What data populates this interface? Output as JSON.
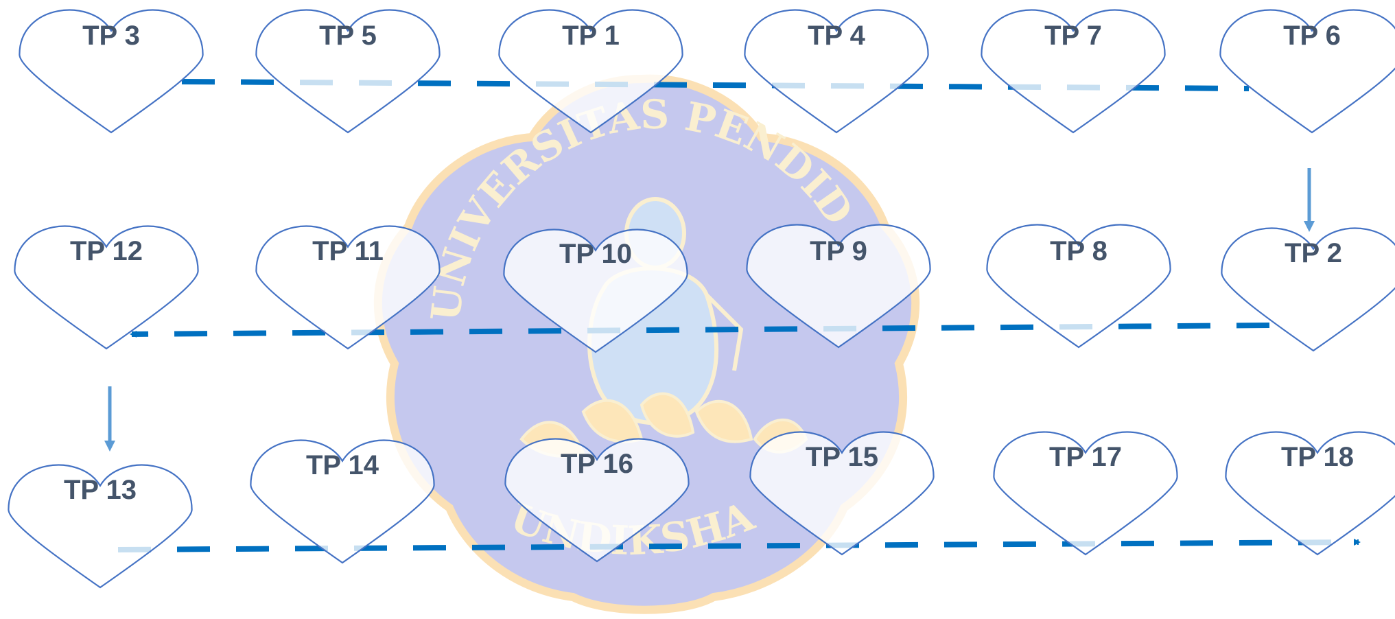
{
  "colors": {
    "heart_stroke": "#4472c4",
    "label": "#44546a",
    "dash_arrow": "#0070c0",
    "down_arrow": "#5b9bd5",
    "watermark_shield": "#c5c8ee",
    "watermark_border": "#fbe0b4",
    "watermark_text": "#faefd0"
  },
  "watermark": {
    "top_text": "UNIVERSITAS PENDIDIKAN GANESHA",
    "bottom_text": "UNDIKSHA"
  },
  "hearts": [
    {
      "id": "tp3",
      "label": "TP 3"
    },
    {
      "id": "tp5",
      "label": "TP 5"
    },
    {
      "id": "tp1",
      "label": "TP 1"
    },
    {
      "id": "tp4",
      "label": "TP 4"
    },
    {
      "id": "tp7",
      "label": "TP 7"
    },
    {
      "id": "tp6",
      "label": "TP 6"
    },
    {
      "id": "tp12",
      "label": "TP 12"
    },
    {
      "id": "tp11",
      "label": "TP 11"
    },
    {
      "id": "tp10",
      "label": "TP 10"
    },
    {
      "id": "tp9",
      "label": "TP 9"
    },
    {
      "id": "tp8",
      "label": "TP 8"
    },
    {
      "id": "tp2",
      "label": "TP 2"
    },
    {
      "id": "tp13",
      "label": "TP 13"
    },
    {
      "id": "tp14",
      "label": "TP 14"
    },
    {
      "id": "tp16",
      "label": "TP 16"
    },
    {
      "id": "tp15",
      "label": "TP 15"
    },
    {
      "id": "tp17",
      "label": "TP 17"
    },
    {
      "id": "tp18",
      "label": "TP 18"
    }
  ],
  "flow": [
    {
      "from": "tp3",
      "to": "tp6",
      "style": "dashed",
      "arrowhead": false
    },
    {
      "from": "tp6",
      "to": "tp2",
      "style": "solid",
      "arrowhead": true
    },
    {
      "from": "tp2",
      "to": "tp12",
      "style": "dashed",
      "arrowhead": true
    },
    {
      "from": "tp12",
      "to": "tp13",
      "style": "solid",
      "arrowhead": true
    },
    {
      "from": "tp13",
      "to": "tp18",
      "style": "dashed",
      "arrowhead": true
    }
  ]
}
